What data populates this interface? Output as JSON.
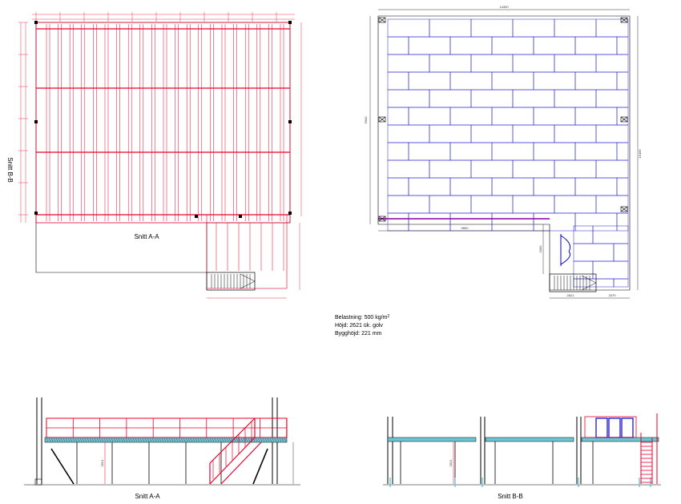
{
  "labels": {
    "plan_a_title": "Snitt A-A",
    "plan_a_side": "Snitt B-B",
    "elev_a_title": "Snitt A-A",
    "elev_b_title": "Snitt B-B"
  },
  "notes": {
    "load_prefix": "Belastning: 500 kg/m",
    "load_sup": "2",
    "height": "Höjd: 2621 ük. golv",
    "build_height": "Bygghöjd: 221 mm"
  },
  "dims": {
    "top_total": "14300",
    "left_height": "9900",
    "right_height": "15406",
    "bottom_width": "9800",
    "stair_depth": "2000",
    "stair_a": "2621",
    "stair_b": "2079",
    "elev_height_a": "2621",
    "elev_height_b": "2621"
  },
  "colors": {
    "red": "#e8002a",
    "pink": "#f4a0b0",
    "blue": "#0000c8",
    "teal": "#6cc6d4"
  }
}
